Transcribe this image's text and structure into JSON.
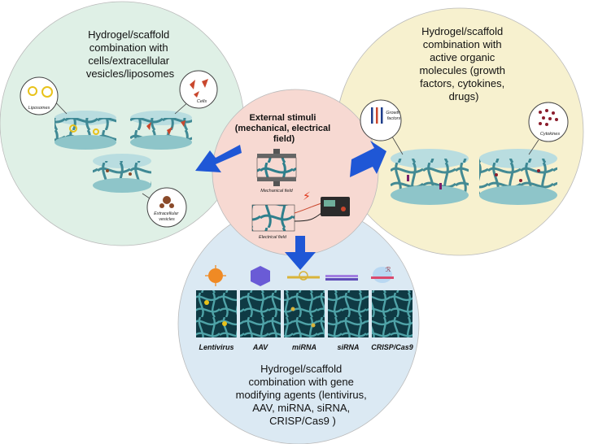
{
  "panels": {
    "top_left": {
      "title_lines": [
        "Hydrogel/scaffold",
        "combination with",
        "cells/extracellular",
        "vesicles/liposomes"
      ],
      "callouts": {
        "liposomes": "Liposomes",
        "cells": "Cells",
        "ev_line1": "Extracellular",
        "ev_line2": "vesicles"
      }
    },
    "top_right": {
      "title_lines": [
        "Hydrogel/scaffold",
        "combination with",
        "active organic",
        "molecules (growth",
        "factors, cytokines,",
        "drugs)"
      ],
      "callouts": {
        "gf_line1": "Growth",
        "gf_line2": "factors",
        "cytokines": "Cytokines"
      }
    },
    "center": {
      "title_lines": [
        "External stimuli",
        "(mechanical, electrical",
        "field)"
      ],
      "labels": {
        "mechanical": "Mechanical field",
        "electrical": "Electrical field"
      }
    },
    "bottom": {
      "title_lines": [
        "Hydrogel/scaffold",
        "combination with gene",
        "modifying agents (lentivirus,",
        "AAV, miRNA, siRNA,",
        "CRISP/Cas9 )"
      ],
      "agents": [
        "Lentivirus",
        "AAV",
        "miRNA",
        "siRNA",
        "CRISP/Cas9"
      ]
    }
  },
  "colors": {
    "top_left_circle": "#dff0e6",
    "top_right_circle": "#f7f1cf",
    "center_circle": "#f7d9d2",
    "bottom_circle": "#dbe9f3",
    "arrow": "#1f57d6",
    "fiber": "#2f7f8c",
    "cell": "#c9472d",
    "liposome": "#e8c21a"
  }
}
